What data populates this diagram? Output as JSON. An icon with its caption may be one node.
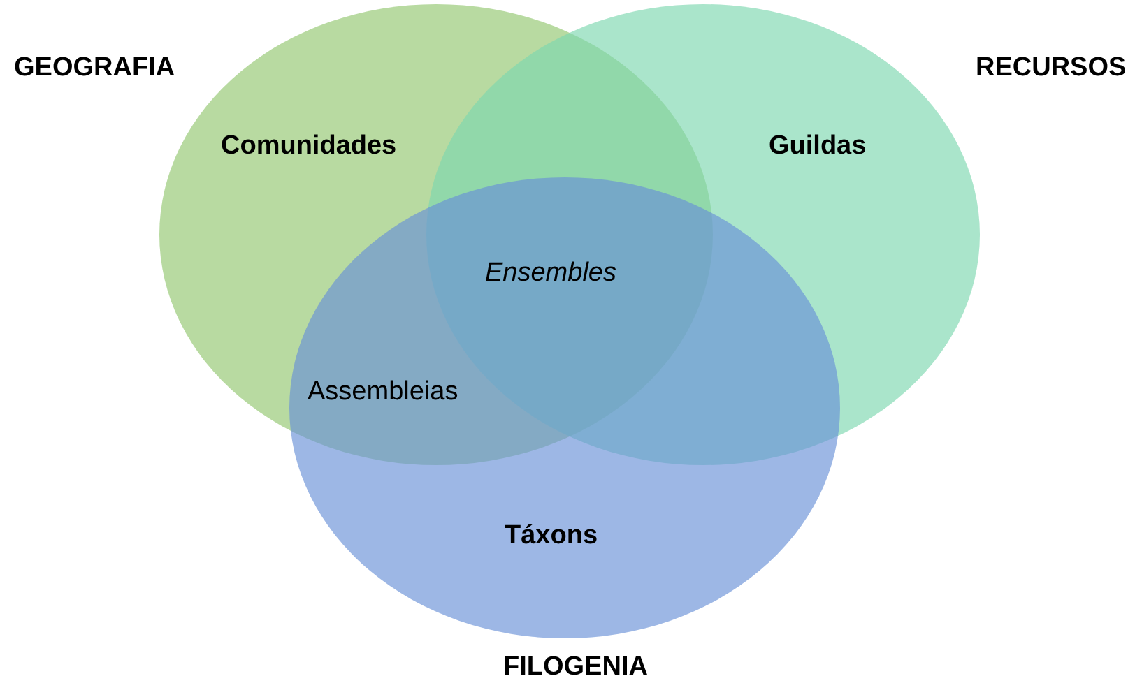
{
  "diagram": {
    "nodes": [
      {
        "text": [
          "GEOGRAFIA",
          "Comunidades"
        ]
      },
      {
        "text": [
          "RECURSOS",
          "Guildas"
        ]
      },
      {
        "text": [
          "Táxons",
          "FILOGENIA"
        ]
      }
    ],
    "labels": [
      "Ensembles",
      "Assembleias"
    ]
  }
}
